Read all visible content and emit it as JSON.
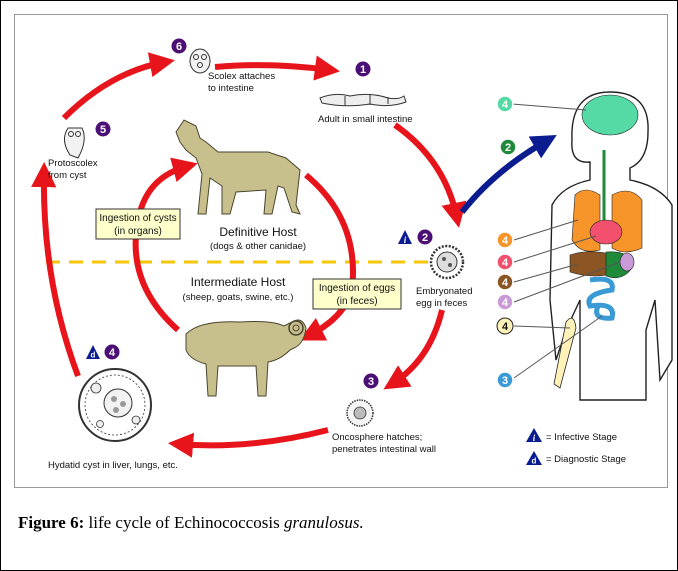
{
  "diagram": {
    "stages": {
      "s1": {
        "num": "1",
        "label_lines": [
          "Adult in small intestine"
        ]
      },
      "s2": {
        "num": "2",
        "label_lines": [
          "Embryonated",
          "egg in feces"
        ]
      },
      "s3": {
        "num": "3",
        "label_lines": [
          "Oncosphere hatches;",
          "penetrates intestinal wall"
        ]
      },
      "s4": {
        "num": "4",
        "diag_letter": "d",
        "label_lines": [
          "Hydatid cyst in liver, lungs, etc."
        ]
      },
      "s5": {
        "num": "5",
        "label_lines": [
          "Protoscolex",
          "from cyst"
        ]
      },
      "s6": {
        "num": "6",
        "label_lines": [
          "Scolex attaches",
          "to intestine"
        ]
      }
    },
    "hosts": {
      "definitive": {
        "title": "Definitive Host",
        "subtitle": "(dogs & other canidae)"
      },
      "intermediate": {
        "title": "Intermediate Host",
        "subtitle": "(sheep, goats, swine, etc.)"
      }
    },
    "ingestion_cysts": [
      "Ingestion of cysts",
      "(in organs)"
    ],
    "ingestion_eggs": [
      "Ingestion of eggs",
      "(in feces)"
    ],
    "infective_letter": "i",
    "human_markers": [
      "4",
      "2",
      "4",
      "4",
      "4",
      "4",
      "4",
      "3"
    ],
    "legend": {
      "infective": {
        "letter": "i",
        "label": "= Infective Stage"
      },
      "diagnostic": {
        "letter": "d",
        "label": "= Diagnostic Stage"
      }
    }
  },
  "caption": {
    "prefix": "Figure 6:",
    "text": " life cycle of Echinococcosis ",
    "italic": "granulosus."
  },
  "colors": {
    "arrow_red": "#e8141b",
    "arrow_blue": "#0a1c8f",
    "badge_purple": "#4b0f75",
    "dashed_line": "#f5c60a",
    "label_box_fill": "#ffffcc",
    "animal_fill": "#c8c08c",
    "human_brain": "#55d9a5",
    "human_lung": "#f7952a",
    "human_heart": "#f2506c",
    "human_liver": "#8b5524",
    "human_kidney": "#c89ad6",
    "human_intestine": "#3a9ad6",
    "human_stomach": "#1f8a3a",
    "bone_fill": "#fff2b8"
  }
}
